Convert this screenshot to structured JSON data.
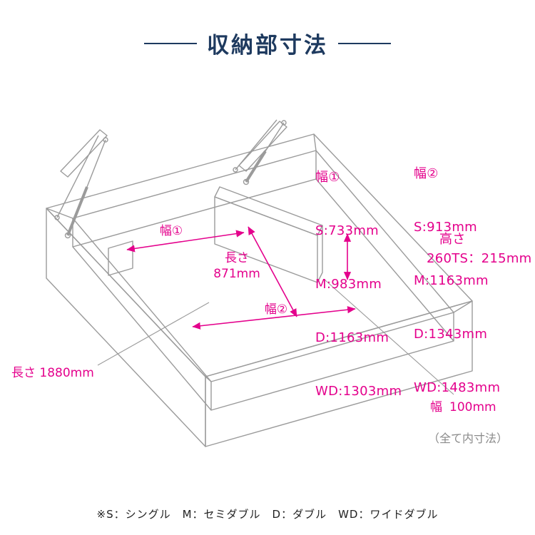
{
  "title": "収納部寸法",
  "colors": {
    "accent_magenta": "#e4008c",
    "title_navy": "#1e3a5f",
    "drawing_line_gray": "#9b9b9b",
    "note_gray": "#8a8a8a"
  },
  "diagram": {
    "inline_labels": {
      "width1": "幅①",
      "inner_length_label": "長さ",
      "inner_length_value": "871mm",
      "width2": "幅②",
      "total_length": "長さ 1880mm",
      "partition_width_label": "幅",
      "partition_width_value": "100mm"
    },
    "width1_block": {
      "heading": "幅①",
      "sizes": [
        "S:733mm",
        "M:983mm",
        "D:1163mm",
        "WD:1303mm"
      ]
    },
    "width2_block": {
      "heading": "幅②",
      "sizes": [
        "S:913mm",
        "M:1163mm",
        "D:1343mm",
        "WD:1483mm"
      ]
    },
    "height_block": {
      "heading": "高さ",
      "value": "260TS：215mm"
    },
    "note": "（全て内寸法）"
  },
  "footer": "※S：シングル　M：セミダブル　D：ダブル　WD：ワイドダブル"
}
